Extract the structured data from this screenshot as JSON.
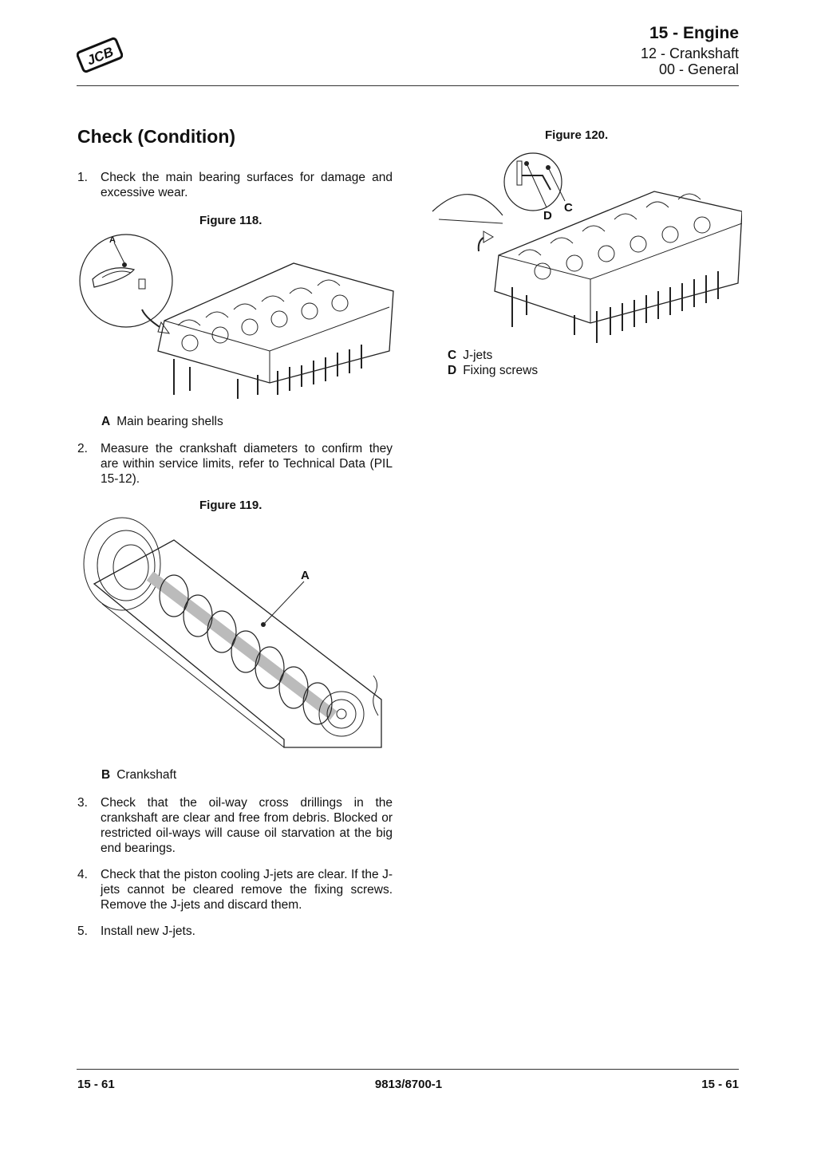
{
  "header": {
    "brand": "JCB",
    "title": "15 - Engine",
    "subtitle1": "12 - Crankshaft",
    "subtitle2": "00 - General"
  },
  "section": {
    "title": "Check (Condition)"
  },
  "steps": [
    {
      "num": "1.",
      "text": "Check the main bearing surfaces for damage and excessive wear."
    },
    {
      "num": "2.",
      "text": "Measure the crankshaft diameters to confirm they are within service limits, refer to Technical Data (PIL 15-12)."
    },
    {
      "num": "3.",
      "text": "Check that the oil-way cross drillings in the crankshaft are clear and free from debris. Blocked or restricted oil-ways will cause oil starvation at the big end bearings."
    },
    {
      "num": "4.",
      "text": "Check that the piston cooling J-jets are clear. If the J-jets cannot be cleared remove the fixing screws. Remove the J-jets and discard them."
    },
    {
      "num": "5.",
      "text": "Install new J-jets."
    }
  ],
  "figures": {
    "fig118": {
      "caption": "Figure 118.",
      "callouts": [
        "A"
      ],
      "legend": [
        {
          "key": "A",
          "text": "Main bearing shells"
        }
      ]
    },
    "fig119": {
      "caption": "Figure 119.",
      "callouts": [
        "A"
      ],
      "legend": [
        {
          "key": "B",
          "text": "Crankshaft"
        }
      ]
    },
    "fig120": {
      "caption": "Figure 120.",
      "callouts": [
        "D",
        "C"
      ],
      "legend": [
        {
          "key": "C",
          "text": "J-jets"
        },
        {
          "key": "D",
          "text": "Fixing screws"
        }
      ]
    }
  },
  "footer": {
    "left": "15 - 61",
    "center": "9813/8700-1",
    "right": "15 - 61"
  }
}
